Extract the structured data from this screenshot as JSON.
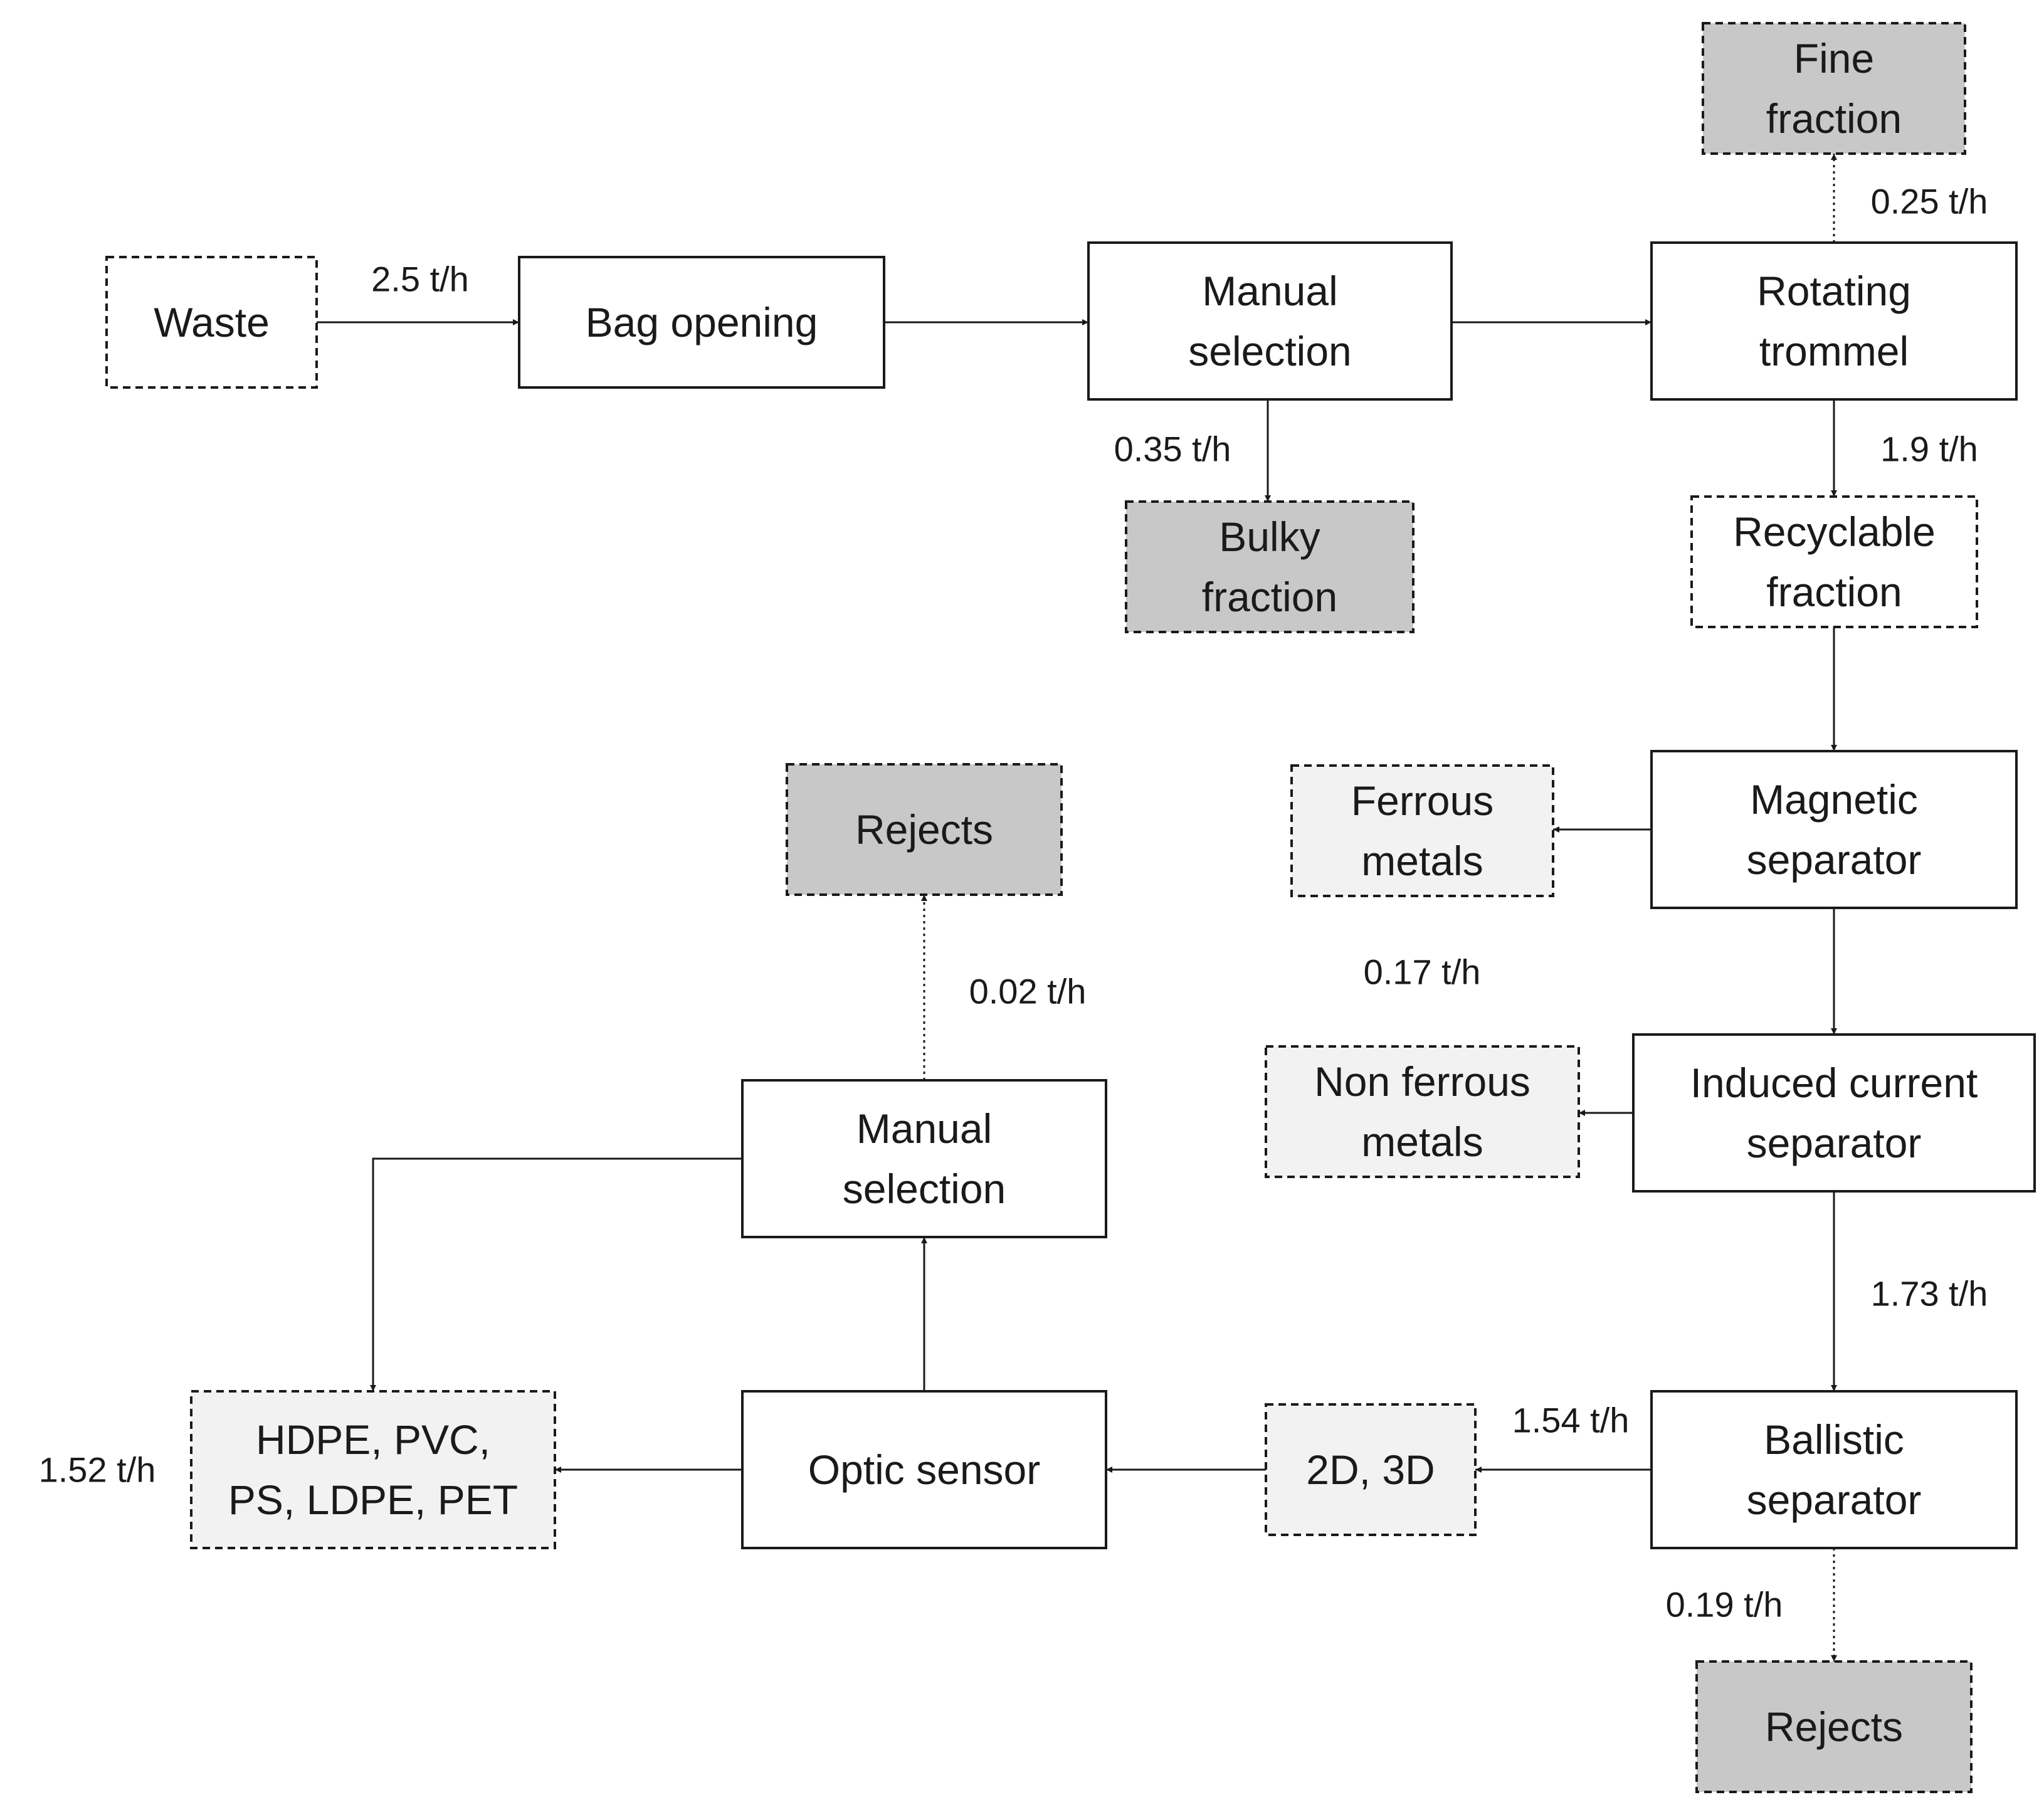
{
  "boxes": {
    "waste": {
      "lines": [
        "Waste"
      ],
      "style": "dashed-white"
    },
    "bag_opening": {
      "lines": [
        "Bag opening"
      ],
      "style": "solid"
    },
    "manual_selection_1": {
      "lines": [
        "Manual",
        "selection"
      ],
      "style": "solid"
    },
    "rotating_trommel": {
      "lines": [
        "Rotating",
        "trommel"
      ],
      "style": "solid"
    },
    "fine_fraction": {
      "lines": [
        "Fine",
        "fraction"
      ],
      "style": "dashed-dark"
    },
    "bulky_fraction": {
      "lines": [
        "Bulky",
        "fraction"
      ],
      "style": "dashed-dark"
    },
    "recyclable_fraction": {
      "lines": [
        "Recyclable",
        "fraction"
      ],
      "style": "dashed-white"
    },
    "magnetic_separator": {
      "lines": [
        "Magnetic",
        "separator"
      ],
      "style": "solid"
    },
    "ferrous_metals": {
      "lines": [
        "Ferrous",
        "metals"
      ],
      "style": "dashed-light"
    },
    "induced_current_separator": {
      "lines": [
        "Induced current",
        "separator"
      ],
      "style": "solid"
    },
    "non_ferrous_metals": {
      "lines": [
        "Non ferrous",
        "metals"
      ],
      "style": "dashed-light"
    },
    "ballistic_separator": {
      "lines": [
        "Ballistic",
        "separator"
      ],
      "style": "solid"
    },
    "rejects_bottom": {
      "lines": [
        "Rejects"
      ],
      "style": "dashed-dark"
    },
    "two_d_three_d": {
      "lines": [
        "2D, 3D"
      ],
      "style": "dashed-light"
    },
    "optic_sensor": {
      "lines": [
        "Optic sensor"
      ],
      "style": "solid"
    },
    "plastics": {
      "lines": [
        "HDPE, PVC,",
        "PS, LDPE, PET"
      ],
      "style": "dashed-light"
    },
    "manual_selection_2": {
      "lines": [
        "Manual",
        "selection"
      ],
      "style": "solid"
    },
    "rejects_top": {
      "lines": [
        "Rejects"
      ],
      "style": "dashed-dark"
    }
  },
  "flows": {
    "waste_in": "2.5 t/h",
    "fine": "0.25 t/h",
    "bulky": "0.35 t/h",
    "recyclable": "1.9 t/h",
    "ferrous": "0.17 t/h",
    "after_induced": "1.73 t/h",
    "two_d_three_d": "1.54 t/h",
    "rejects_ballistic": "0.19 t/h",
    "plastics": "1.52 t/h",
    "rejects_manual": "0.02 t/h"
  },
  "colors": {
    "line": "#1a1a1a",
    "box_white": "#ffffff",
    "box_light": "#f2f2f2",
    "box_dark": "#c8c8c8"
  }
}
